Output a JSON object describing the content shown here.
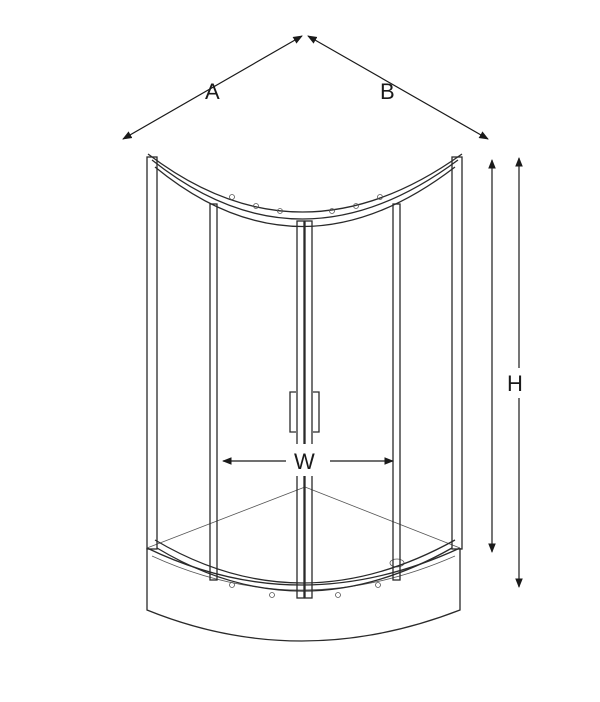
{
  "diagram": {
    "labels": {
      "depth_a": "A",
      "depth_b": "B",
      "height": "H",
      "width": "W"
    },
    "colors": {
      "line": "#2a2a2a",
      "background": "#ffffff"
    }
  }
}
